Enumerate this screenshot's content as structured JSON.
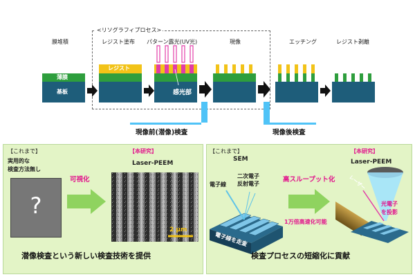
{
  "process_flow": {
    "bracket_label": "<リソグラフィプロセス>",
    "steps": [
      "膜堆積",
      "レジスト塗布",
      "パターン露光(UV光)",
      "現像",
      "エッチング",
      "レジスト剥離"
    ],
    "layer_labels": {
      "film": "薄膜",
      "substrate": "基板",
      "resist": "レジスト",
      "exposed": "感光部"
    },
    "colors": {
      "substrate": "#1e5d7a",
      "film": "#2e9e3d",
      "resist": "#f2c318",
      "exposure": "#e23ca8"
    }
  },
  "inspection_arrows": {
    "pre_development": "現像前(潜像)検査",
    "post_development": "現像後検査",
    "color": "#4fc3f7"
  },
  "left_panel": {
    "previous_tag": "【これまで】",
    "previous_text_lines": [
      "実用的な",
      "検査方法無し"
    ],
    "question_mark": "?",
    "arrow_label": "可視化",
    "this_research_tag": "【本研究】",
    "method": "Laser-PEEM",
    "scale_bar": "2 μm",
    "caption": "潜像検査という新しい検査技術を提供"
  },
  "right_panel": {
    "previous_tag": "【これまで】",
    "sem_label": "SEM",
    "electron_beam": "電子線",
    "secondary_lines": [
      "二次電子",
      "反射電子"
    ],
    "scan_label": "電子線を走査",
    "arrow_label": "高スループット化",
    "speed_label": "1万倍高速化可能",
    "this_research_tag": "【本研究】",
    "method": "Laser-PEEM",
    "laser_label": "レーザー",
    "photoelectron_lines": [
      "光電子",
      "を投影"
    ],
    "caption": "検査プロセスの短縮化に貢献"
  }
}
